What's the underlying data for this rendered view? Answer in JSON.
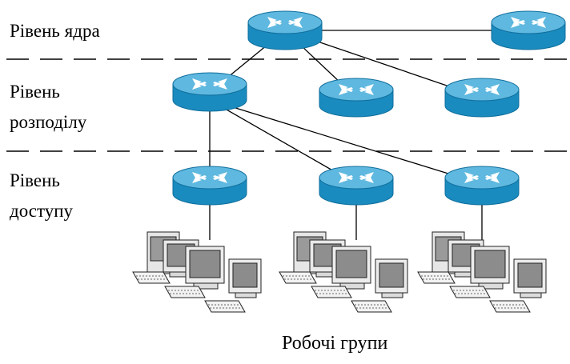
{
  "layers": {
    "core": [
      "Рівень ядра"
    ],
    "distribution": [
      "Рівень",
      "розподілу"
    ],
    "access": [
      "Рівень",
      "доступу"
    ]
  },
  "caption": "Робочі групи",
  "icons": {
    "router": "router-icon",
    "workgroup": "workstation-group-icon"
  },
  "colors": {
    "router_top": "#5fb8df",
    "router_side": "#1a8bbf",
    "router_edge": "#0f6e9c",
    "arrow": "#ffffff",
    "link": "#000000",
    "separator": "#000000"
  }
}
